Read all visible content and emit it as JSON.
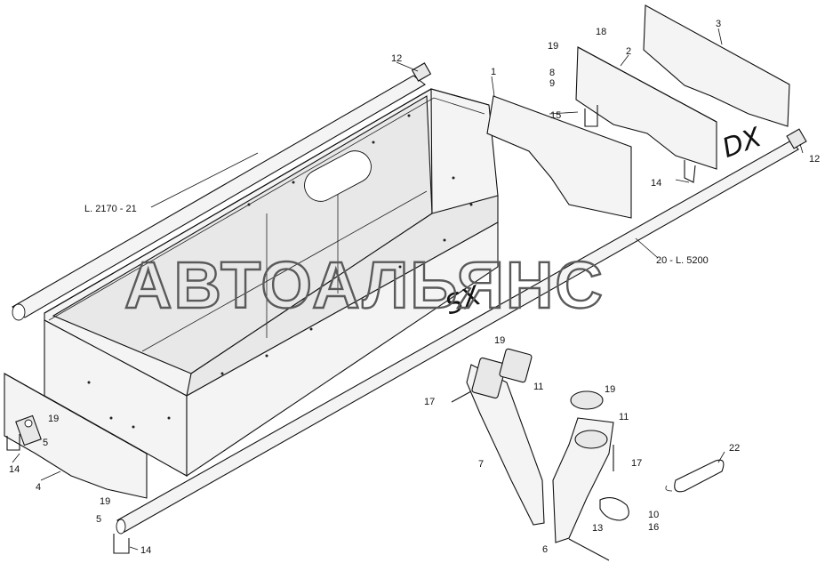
{
  "watermark": "АВТОАЛЬЯНС",
  "handwritten": {
    "right": "DX",
    "left": "SX"
  },
  "callouts": {
    "p1": "1",
    "p2": "2",
    "p3": "3",
    "p4": "4",
    "p5a": "5",
    "p5b": "5",
    "p6": "6",
    "p7": "7",
    "p8": "8",
    "p9": "9",
    "p10": "10",
    "p11a": "11",
    "p11b": "11",
    "p12a": "12",
    "p12b": "12",
    "p13": "13",
    "p14a": "14",
    "p14b": "14",
    "p14c": "14",
    "p15": "15",
    "p16": "16",
    "p17a": "17",
    "p17b": "17",
    "p18": "18",
    "p19a": "19",
    "p19b": "19",
    "p19c": "19",
    "p19d": "19",
    "p19e": "19",
    "p21": "L. 2170 - 21",
    "p20": "20 - L. 5200",
    "p22": "22"
  }
}
